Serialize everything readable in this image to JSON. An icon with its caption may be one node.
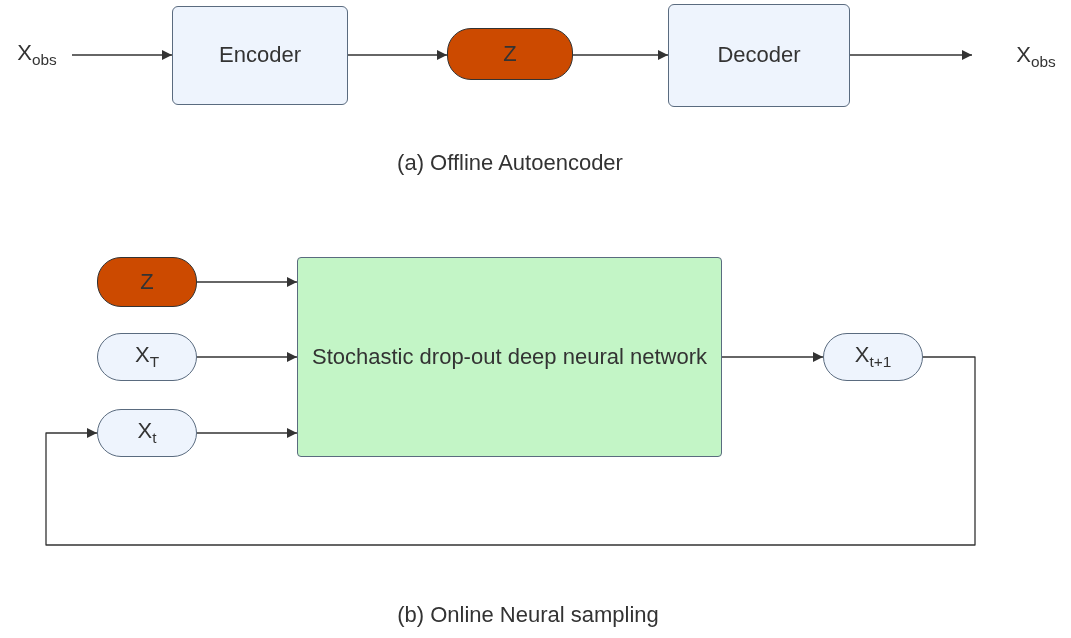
{
  "diagram": {
    "nodes": [
      {
        "text": [
          "X$_{obs}$"
        ]
      },
      {
        "text": [
          "Encoder"
        ]
      },
      {
        "text": [
          "Z"
        ]
      },
      {
        "text": [
          "Decoder"
        ]
      },
      {
        "text": [
          "X$_{obs}$"
        ]
      },
      {
        "text": [
          "Z"
        ]
      },
      {
        "text": [
          "X$_{T}$"
        ]
      },
      {
        "text": [
          "X$_{t}$"
        ]
      },
      {
        "text": [
          "Stochastic drop-out deep neural network"
        ]
      },
      {
        "text": [
          "X$_{t+1}$"
        ]
      }
    ],
    "edges": [
      {
        "from": 0,
        "to": 1,
        "arrow": "to"
      },
      {
        "from": 1,
        "to": 2,
        "arrow": "to"
      },
      {
        "from": 2,
        "to": 3,
        "arrow": "to"
      },
      {
        "from": 3,
        "to": 4,
        "arrow": "to"
      },
      {
        "from": 5,
        "to": 8,
        "arrow": "to"
      },
      {
        "from": 6,
        "to": 8,
        "arrow": "to"
      },
      {
        "from": 7,
        "to": 8,
        "arrow": "to"
      },
      {
        "from": 8,
        "to": 9,
        "arrow": "to"
      },
      {
        "from": 9,
        "to": 7,
        "arrow": "to"
      }
    ],
    "labels": [
      "(a) Offline Autoencoder",
      "(b) Online Neural sampling"
    ]
  }
}
